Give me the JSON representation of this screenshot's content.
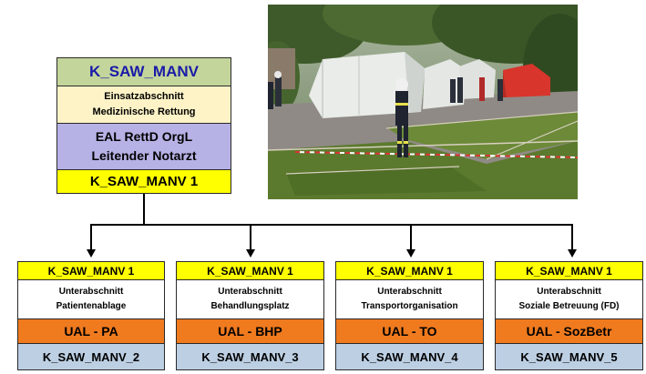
{
  "top_unit": {
    "callsign": "K_SAW_MANV",
    "section_line1": "Einsatzabschnitt",
    "section_line2": "Medizinische Rettung",
    "leader_line1": "EAL RettD OrgL",
    "leader_line2": "Leitender Notarzt",
    "sub_callsign": "K_SAW_MANV 1"
  },
  "sub_units": [
    {
      "header": "K_SAW_MANV 1",
      "line1": "Unterabschnitt",
      "line2": "Patientenablage",
      "leader": "UAL - PA",
      "callsign": "K_SAW_MANV_2"
    },
    {
      "header": "K_SAW_MANV 1",
      "line1": "Unterabschnitt",
      "line2": "Behandlungsplatz",
      "leader": "UAL - BHP",
      "callsign": "K_SAW_MANV_3"
    },
    {
      "header": "K_SAW_MANV 1",
      "line1": "Unterabschnitt",
      "line2": "Transportorganisation",
      "leader": "UAL - TO",
      "callsign": "K_SAW_MANV_4"
    },
    {
      "header": "K_SAW_MANV 1",
      "line1": "Unterabschnitt",
      "line2": "Soziale Betreuung (FD)",
      "leader": "UAL - SozBetr",
      "callsign": "K_SAW_MANV_5"
    }
  ],
  "colors": {
    "title_blue": "#1a1aa8",
    "green": "#c3d59b",
    "cream": "#fdf3c6",
    "lavender": "#b6b2e6",
    "yellow": "#ffff00",
    "orange": "#f07a1e",
    "light_blue": "#bccfe3"
  }
}
